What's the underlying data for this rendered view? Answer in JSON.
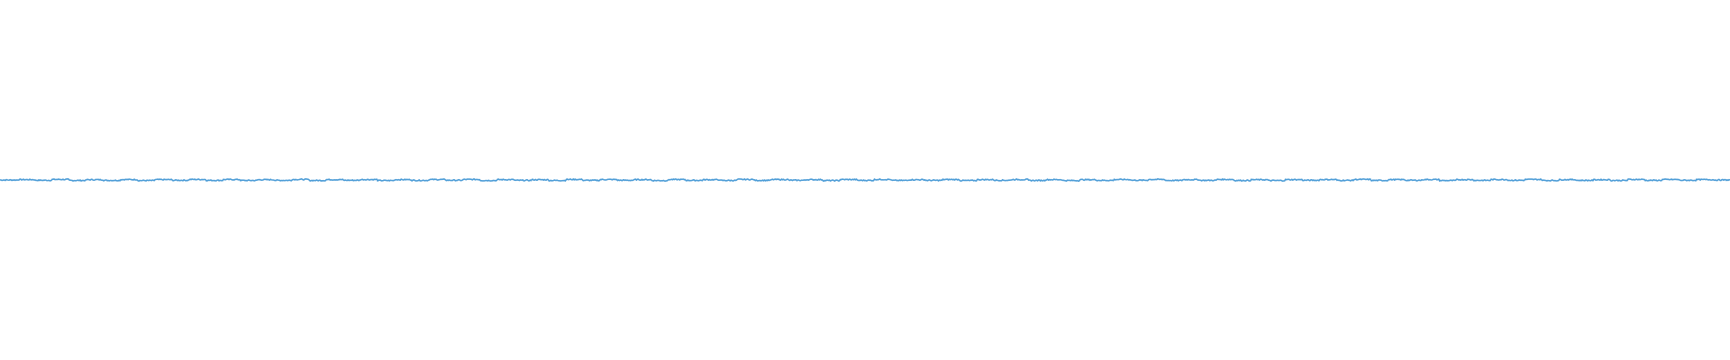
{
  "chart_data": {
    "type": "line",
    "title": "",
    "xlabel": "",
    "ylabel": "",
    "grid": false,
    "legend": "none",
    "axes_visible": false,
    "ylim": [
      -1,
      1
    ],
    "series": [
      {
        "color": "#4a9bd6",
        "baseline": 0.0,
        "amplitude": 0.01,
        "values": [
          0,
          0.004,
          -0.003,
          0.006,
          -0.005,
          0.003,
          -0.004,
          0.005,
          -0.006,
          0.004,
          -0.003,
          0.006,
          -0.004,
          0.005,
          -0.005,
          0.003,
          -0.004,
          0.006,
          -0.005,
          0.004,
          -0.003,
          0.005,
          -0.006,
          0.004,
          -0.004,
          0.005,
          -0.003,
          0.006,
          -0.005,
          0.004,
          -0.004,
          0.003,
          -0.005,
          0.006,
          -0.004,
          0.005,
          -0.003,
          0.004,
          -0.006,
          0.005,
          -0.004,
          0.003,
          -0.005,
          0.006,
          -0.004,
          0.005,
          -0.003,
          0.004,
          -0.006,
          0.005,
          -0.004,
          0.006,
          -0.005,
          0.003,
          -0.004,
          0.005,
          -0.006,
          0.004,
          -0.003,
          0.005,
          -0.005,
          0.004,
          -0.006,
          0.003,
          -0.004,
          0.005,
          -0.003,
          0.006,
          -0.005,
          0.004,
          -0.004,
          0.006,
          -0.005,
          0.003,
          -0.006,
          0.004,
          -0.003,
          0.005,
          -0.004,
          0.006,
          -0.005,
          0.004,
          -0.003,
          0.005,
          -0.006,
          0.004,
          -0.004,
          0.005,
          -0.003,
          0.006,
          -0.005,
          0.004,
          -0.004,
          0.003,
          -0.005,
          0.006,
          -0.004,
          0.005,
          -0.003,
          0.004,
          0
        ]
      }
    ]
  }
}
